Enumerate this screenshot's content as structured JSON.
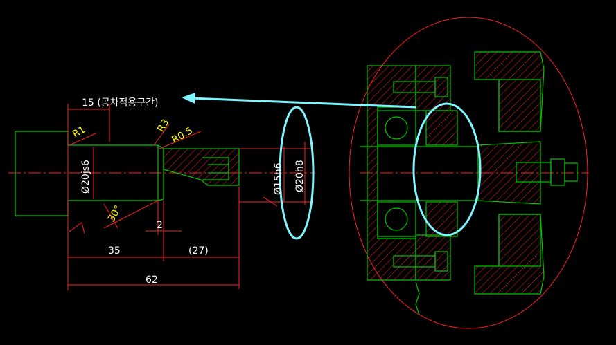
{
  "callout": {
    "label": "15 (공차적용구간)"
  },
  "radii": {
    "r1": "R1",
    "r3": "R3",
    "r05": "R0.5"
  },
  "diameters": {
    "d1": "Ø20js6",
    "d2": "Ø15h6",
    "d3": "Ø20h8"
  },
  "angles": {
    "a1": "30°"
  },
  "lengths": {
    "l1": "35",
    "l2": "(27)",
    "l3": "62",
    "l4": "2"
  },
  "colors": {
    "background": "#000000",
    "outline": "#00c800",
    "section": "#ff2020",
    "dimension": "#ffffff",
    "text": "#ffff00",
    "highlight": "#7ff5ff"
  },
  "icons": {
    "arrow": "callout-arrow"
  }
}
